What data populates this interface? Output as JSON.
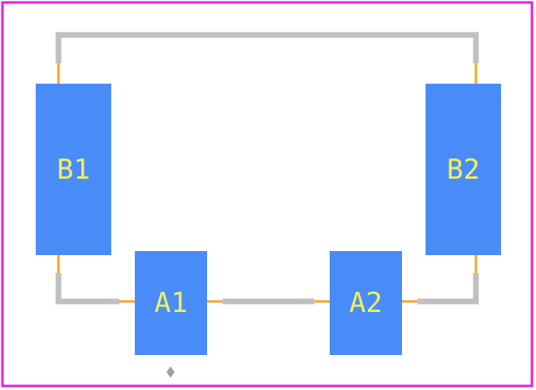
{
  "colors": {
    "background": "#ffffff",
    "board_outline": "#e81ce8",
    "silkscreen": "#c0c0c0",
    "pad": "#4a8cf7",
    "pad_label": "#f0f05a",
    "pin_lead": "#f5a623",
    "origin_marker": "#a0a0a0"
  },
  "pads": [
    {
      "id": "B1",
      "label": "B1"
    },
    {
      "id": "B2",
      "label": "B2"
    },
    {
      "id": "A1",
      "label": "A1"
    },
    {
      "id": "A2",
      "label": "A2"
    }
  ],
  "icons": {
    "origin": "origin-diamond-icon"
  }
}
